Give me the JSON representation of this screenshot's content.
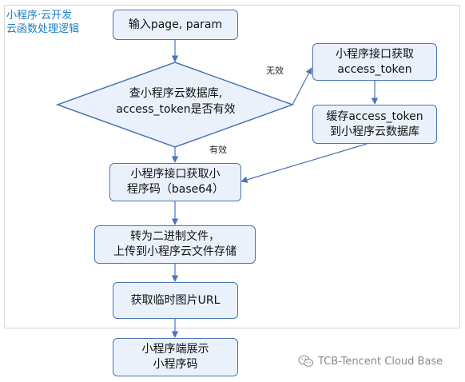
{
  "title": [
    "小程序·云开发",
    "云函数处理逻辑"
  ],
  "nodes": {
    "input": [
      "输入page, param"
    ],
    "check": [
      "查小程序云数据库,",
      "access_token是否有效"
    ],
    "get_token": [
      "小程序接口获取",
      "access_token"
    ],
    "cache_token": [
      "缓存access_token",
      "到小程序云数据库"
    ],
    "get_code": [
      "小程序接口获取小",
      "程序码（base64）"
    ],
    "convert": [
      "转为二进制文件，",
      "上传到小程序云文件存储"
    ],
    "temp_url": [
      "获取临时图片URL"
    ],
    "display": [
      "小程序端展示",
      "小程序码"
    ]
  },
  "edge_labels": {
    "invalid": "无效",
    "valid": "有效"
  },
  "footer": {
    "brand": "TCB-Tencent Cloud Base",
    "icon": "wechat-icon"
  },
  "colors": {
    "box_fill": "#ebf1fb",
    "box_border": "#4a74b5",
    "arrow": "#4a74b5",
    "title": "#1e7fc0"
  }
}
